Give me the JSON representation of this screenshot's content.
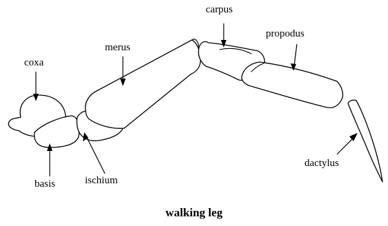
{
  "diagram": {
    "caption": "walking leg",
    "labels": {
      "coxa": "coxa",
      "merus": "merus",
      "carpus": "carpus",
      "propodus": "propodus",
      "basis": "basis",
      "ischium": "ischium",
      "dactylus": "dactylus"
    },
    "colors": {
      "stroke": "#000000",
      "fill": "#ffffff",
      "text": "#000000"
    }
  }
}
